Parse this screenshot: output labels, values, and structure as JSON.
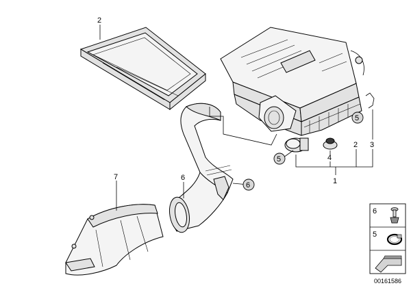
{
  "callouts": {
    "c1": "1",
    "c2_top": "2",
    "c2_right": "2",
    "c3": "3",
    "c4": "4",
    "c5_right": "5",
    "c5_left": "5",
    "c6_mid": "6",
    "c6_circle": "6",
    "c7": "7"
  },
  "legend": {
    "row1": "6",
    "row2": "5"
  },
  "doc_id": "00161586"
}
